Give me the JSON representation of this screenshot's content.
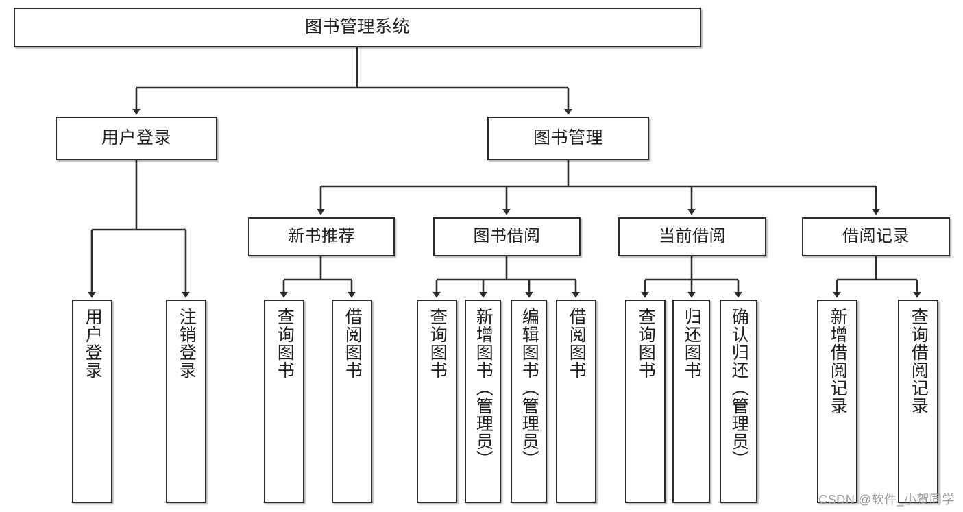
{
  "diagram": {
    "title": "图书管理系统",
    "type": "functional-structure-tree",
    "watermark": "CSDN @软件_小贺同学",
    "colors": {
      "box_border": "#2b2b2b",
      "box_fill": "#ffffff",
      "connector": "#2b2b2b",
      "text": "#1f1f1f",
      "watermark": "#9a9a9a",
      "background": "#ffffff"
    },
    "root": {
      "label": "图书管理系统"
    },
    "level2": [
      {
        "label": "用户登录"
      },
      {
        "label": "图书管理"
      }
    ],
    "level3": [
      {
        "label": "新书推荐"
      },
      {
        "label": "图书借阅"
      },
      {
        "label": "当前借阅"
      },
      {
        "label": "借阅记录"
      }
    ],
    "leaves": {
      "user_login": [
        {
          "label": "用户登录"
        },
        {
          "label": "注销登录"
        }
      ],
      "new_book_recommend": [
        {
          "label": "查询图书"
        },
        {
          "label": "借阅图书"
        }
      ],
      "book_borrow": [
        {
          "label": "查询图书"
        },
        {
          "label": "新增图书（管理员）"
        },
        {
          "label": "编辑图书（管理员）"
        },
        {
          "label": "借阅图书"
        }
      ],
      "current_borrow": [
        {
          "label": "查询图书"
        },
        {
          "label": "归还图书"
        },
        {
          "label": "确认归还（管理员）"
        }
      ],
      "borrow_record": [
        {
          "label": "新增借阅记录"
        },
        {
          "label": "查询借阅记录"
        }
      ]
    }
  }
}
